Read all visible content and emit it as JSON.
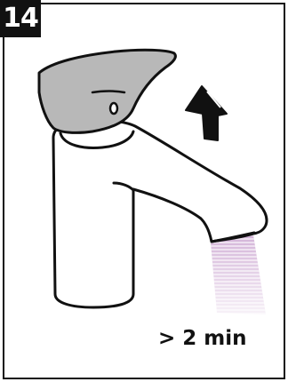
{
  "step": {
    "number": "14"
  },
  "instruction": {
    "duration_text": "> 2 min"
  },
  "illustration": {
    "subject": "single-lever-mixer-tap",
    "arrow_direction": "up",
    "handle_color": "#b8b8b8",
    "water_color": "#c9a2cf",
    "stroke_color": "#111111"
  }
}
